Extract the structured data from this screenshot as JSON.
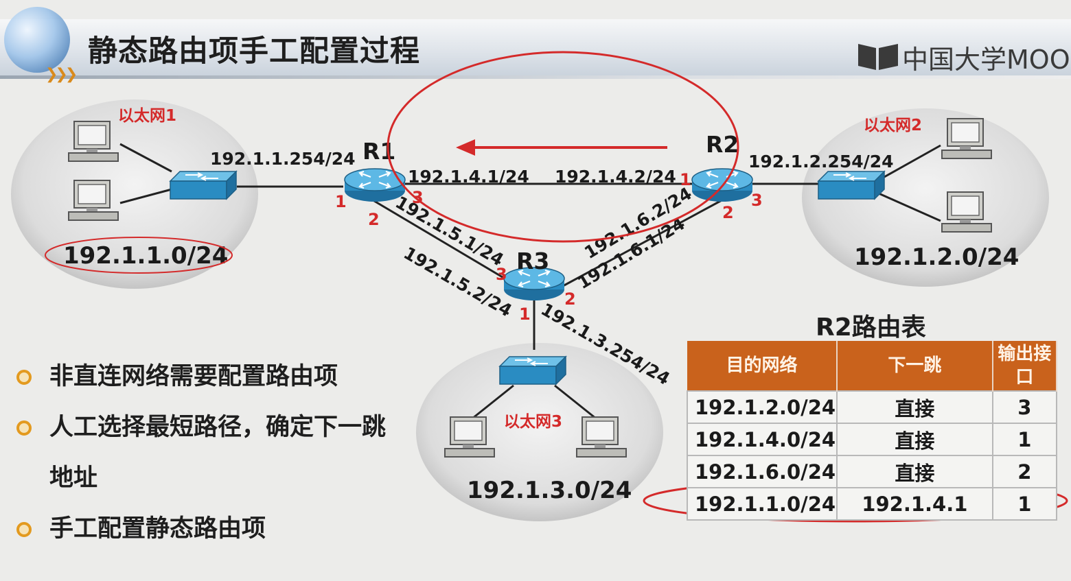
{
  "header": {
    "title": "静态路由项手工配置过程"
  },
  "brand": {
    "text": "中国大学MOOC"
  },
  "diagram": {
    "networks": {
      "net1": {
        "label": "以太网1",
        "address": "192.1.1.0/24"
      },
      "net2": {
        "label": "以太网2",
        "address": "192.1.2.0/24"
      },
      "net3": {
        "label": "以太网3",
        "address": "192.1.3.0/24"
      }
    },
    "routers": {
      "r1": "R1",
      "r2": "R2",
      "r3": "R3"
    },
    "ips": {
      "r1_net1": "192.1.1.254/24",
      "r1_r2": "192.1.4.1/24",
      "r2_r1": "192.1.4.2/24",
      "r2_net2": "192.1.2.254/24",
      "r1_r3": "192.1.5.1/24",
      "r3_r1": "192.1.5.2/24",
      "r2_r3": "192.1.6.2/24",
      "r3_r2": "192.1.6.1/24",
      "r3_net3": "192.1.3.254/24"
    },
    "ports": {
      "r1_left": "1",
      "r1_down": "2",
      "r1_right": "3",
      "r2_left": "1",
      "r2_down": "2",
      "r2_right": "3",
      "r3_down": "1",
      "r3_right": "2",
      "r3_left": "3"
    }
  },
  "bullets": [
    "非直连网络需要配置路由项",
    "人工选择最短路径，确定下一跳",
    "地址",
    "手工配置静态路由项"
  ],
  "routing_table": {
    "title": "R2路由表",
    "headers": [
      "目的网络",
      "下一跳",
      "输出接口"
    ],
    "rows": [
      [
        "192.1.2.0/24",
        "直接",
        "3"
      ],
      [
        "192.1.4.0/24",
        "直接",
        "1"
      ],
      [
        "192.1.6.0/24",
        "直接",
        "2"
      ],
      [
        "192.1.1.0/24",
        "192.1.4.1",
        "1"
      ]
    ]
  },
  "colors": {
    "accent_red": "#d42a2a",
    "table_header": "#c9621c",
    "bullet_orange": "#e39a1f",
    "device_blue": "#2f8fc4"
  }
}
